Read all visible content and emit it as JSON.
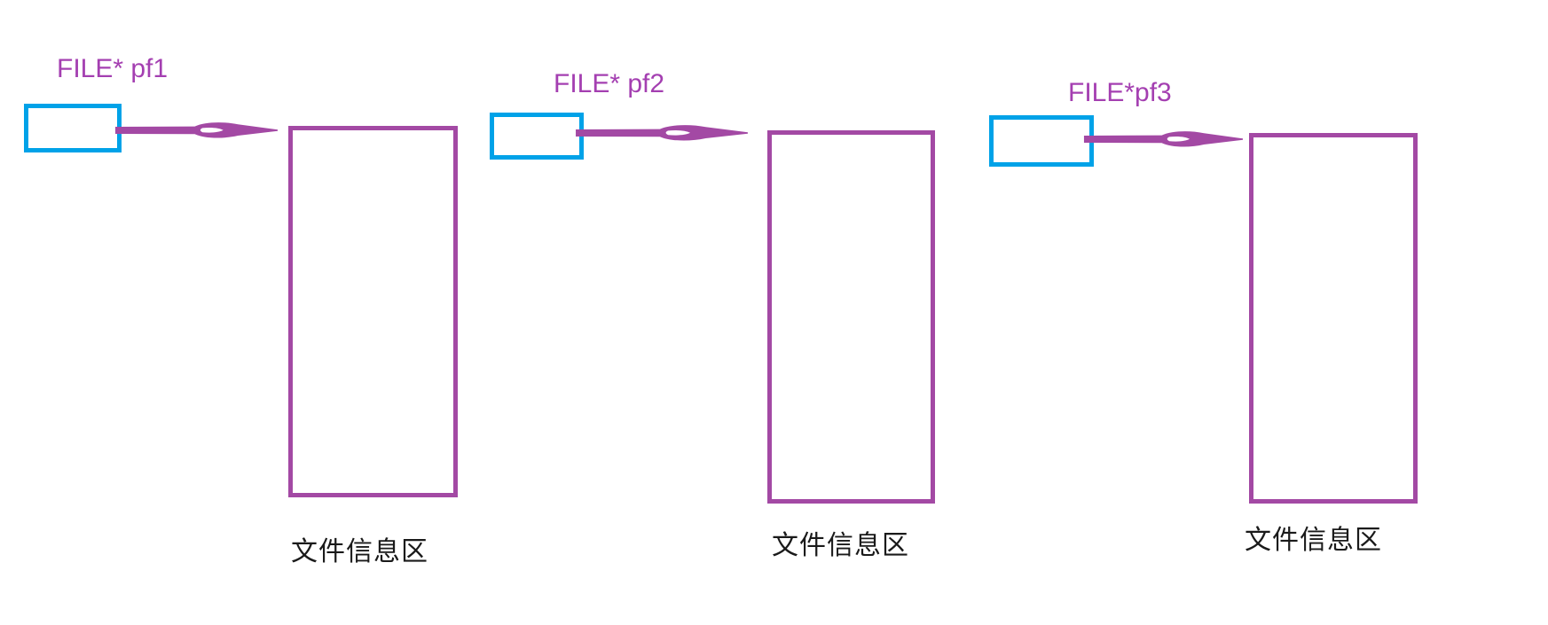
{
  "diagram": {
    "description": "Three FILE pointer variables each pointing to a file information area",
    "background": "#ffffff"
  },
  "colors": {
    "shape_purple": "#A349A4",
    "label_purple": "#A43FB1",
    "pointer_box_cyan": "#00A2E8",
    "text_black": "#1A1A1A"
  },
  "icons": {
    "arrow": "right-arrow-icon"
  },
  "groups": [
    {
      "pointer_label": "FILE* pf1",
      "area_label": "文件信息区"
    },
    {
      "pointer_label": "FILE* pf2",
      "area_label": "文件信息区"
    },
    {
      "pointer_label": "FILE*pf3",
      "area_label": "文件信息区"
    }
  ]
}
